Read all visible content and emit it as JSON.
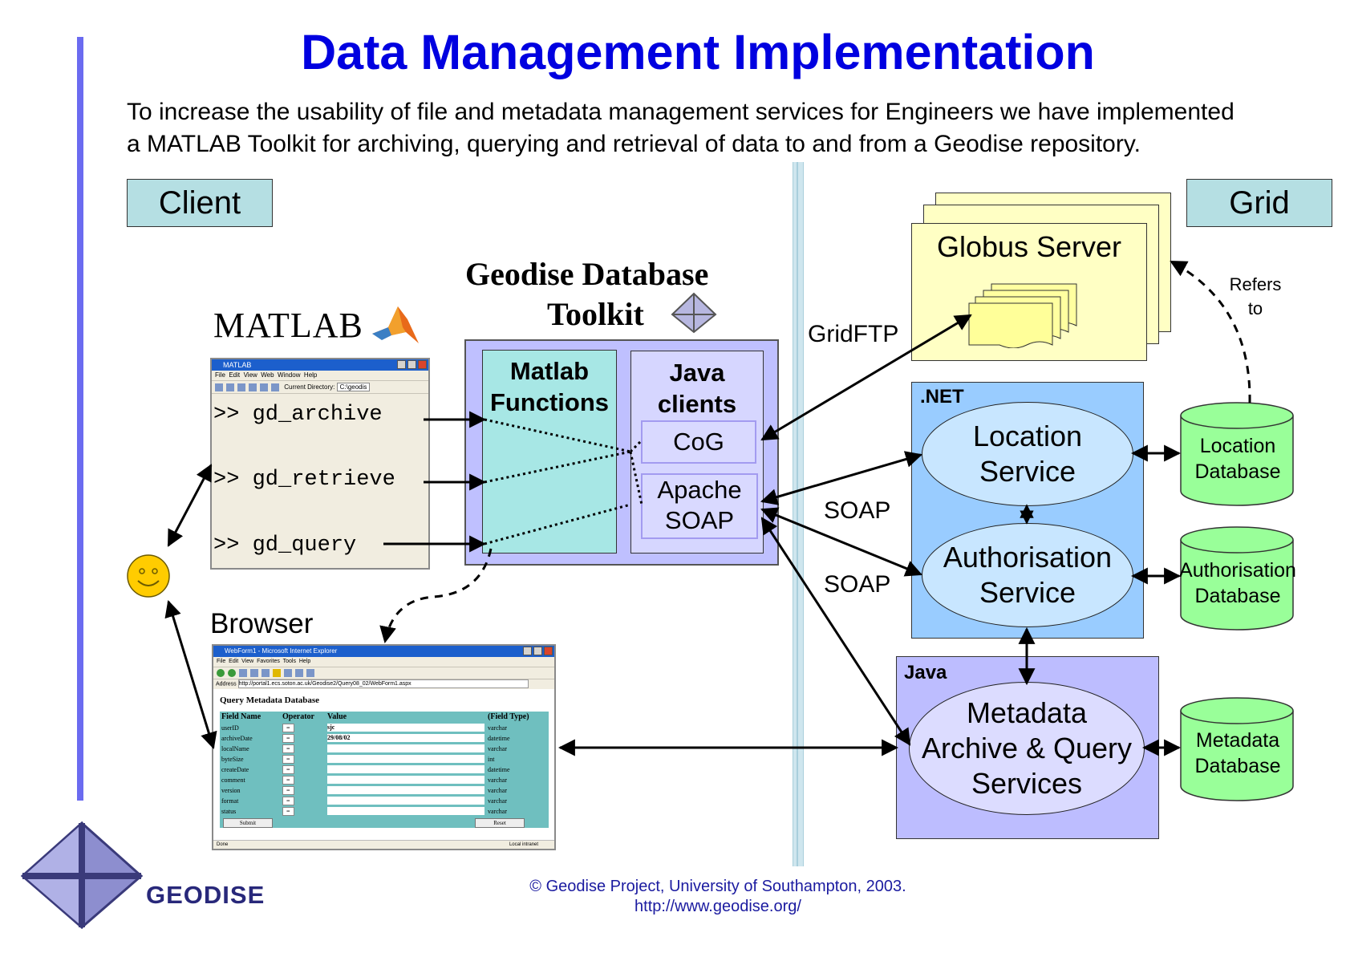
{
  "title": "Data Management Implementation",
  "intro": {
    "line1": "To increase the usability of file and metadata management services for Engineers we have implemented",
    "line2": "a MATLAB Toolkit for archiving, querying and retrieval of data to and from a Geodise repository."
  },
  "client_label": "Client",
  "grid_label": "Grid",
  "matlab": {
    "logo_text": "MATLAB",
    "window_title": "MATLAB",
    "menu": [
      "File",
      "Edit",
      "View",
      "Web",
      "Window",
      "Help"
    ],
    "current_directory_label": "Current Directory:",
    "current_directory_value": "C:\\geodis",
    "commands": [
      ">> gd_archive",
      ">> gd_retrieve",
      ">> gd_query"
    ]
  },
  "toolkit": {
    "title_line1": "Geodise Database",
    "title_line2": "Toolkit",
    "matlab_functions": [
      "Matlab",
      "Functions"
    ],
    "java_clients": [
      "Java",
      "clients"
    ],
    "cog": "CoG",
    "apache_soap": [
      "Apache",
      "SOAP"
    ]
  },
  "browser": {
    "label": "Browser",
    "window_title": "WebForm1 - Microsoft Internet Explorer",
    "menu": [
      "File",
      "Edit",
      "View",
      "Favorites",
      "Tools",
      "Help"
    ],
    "address_label": "Address",
    "address_value": "http://portal1.ecs.soton.ac.uk/Geodise2/Query08_02/WebForm1.aspx",
    "page_heading": "Query Metadata Database",
    "columns": [
      "Field Name",
      "Operator",
      "Value",
      "(Field Type)"
    ],
    "rows": [
      {
        "field": "userID",
        "op": "=",
        "value": "sjc",
        "type": "varchar"
      },
      {
        "field": "archiveDate",
        "op": "=",
        "value": "29/08/02",
        "type": "datetime"
      },
      {
        "field": "localName",
        "op": "=",
        "value": "",
        "type": "varchar"
      },
      {
        "field": "byteSize",
        "op": "=",
        "value": "",
        "type": "int"
      },
      {
        "field": "createDate",
        "op": "=",
        "value": "",
        "type": "datetime"
      },
      {
        "field": "comment",
        "op": "=",
        "value": "",
        "type": "varchar"
      },
      {
        "field": "version",
        "op": "=",
        "value": "",
        "type": "varchar"
      },
      {
        "field": "format",
        "op": "=",
        "value": "",
        "type": "varchar"
      },
      {
        "field": "status",
        "op": "=",
        "value": "",
        "type": "varchar"
      }
    ],
    "submit": "Submit",
    "reset": "Reset",
    "status_left": "Done",
    "status_right": "Local intranet"
  },
  "grid": {
    "globus_server": "Globus Server",
    "gridftp": "GridFTP",
    "refers_to": [
      "Refers",
      "to"
    ],
    "net_label": ".NET",
    "location_service": [
      "Location",
      "Service"
    ],
    "authorisation_service": [
      "Authorisation",
      "Service"
    ],
    "soap1": "SOAP",
    "soap2": "SOAP",
    "java_label": "Java",
    "metadata_service": [
      "Metadata",
      "Archive & Query",
      "Services"
    ],
    "location_db": [
      "Location",
      "Database"
    ],
    "authorisation_db": [
      "Authorisation",
      "Database"
    ],
    "metadata_db": [
      "Metadata",
      "Database"
    ]
  },
  "logo_text": "GEODISE",
  "footer": {
    "line1": "© Geodise Project, University of Southampton, 2003.",
    "line2": "http://www.geodise.org/"
  },
  "colors": {
    "title": "#0000e0",
    "left_bar": "#6b6bf0",
    "toolkit_box": "#bfc0ff",
    "matlab_functions": "#a7e7e5",
    "net_box": "#99ccff",
    "java_box": "#bdbdff",
    "globus": "#ffffc4",
    "database": "#99ff99"
  }
}
